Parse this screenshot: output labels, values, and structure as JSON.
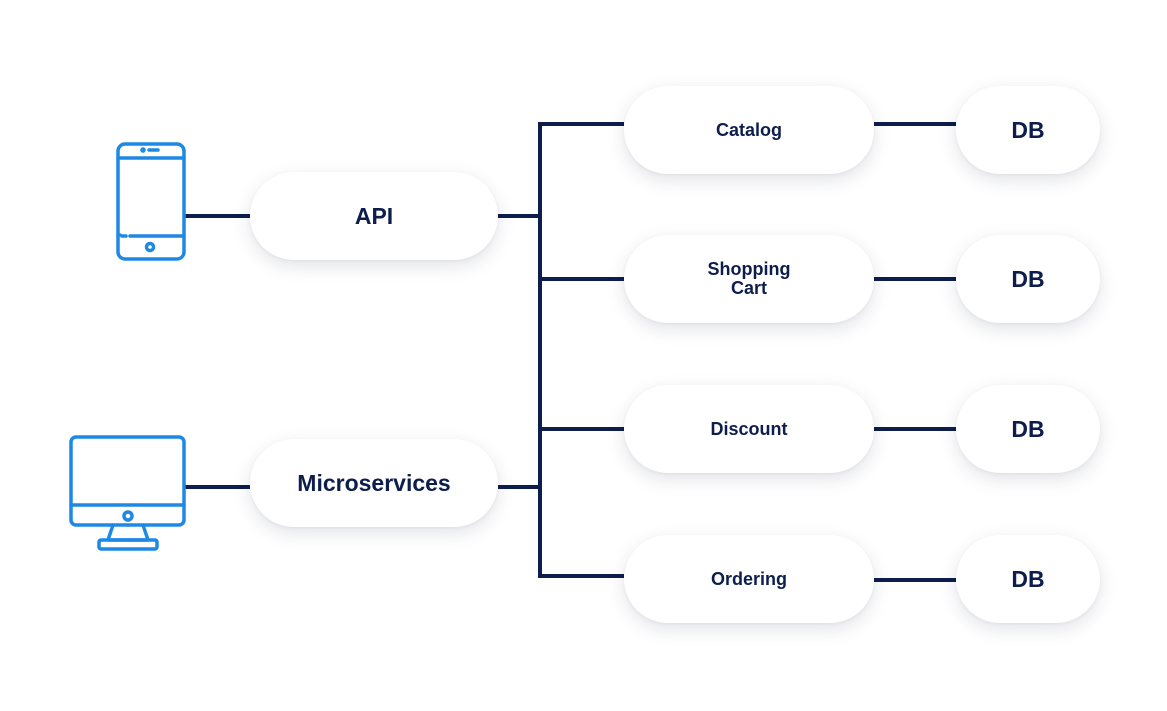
{
  "diagram": {
    "clients": [
      {
        "icon": "smartphone-icon"
      },
      {
        "icon": "desktop-monitor-icon"
      }
    ],
    "gateways": {
      "api": "API",
      "microservices": "Microservices"
    },
    "services": [
      {
        "label": "Catalog"
      },
      {
        "label": "Shopping Cart"
      },
      {
        "label": "Discount"
      },
      {
        "label": "Ordering"
      }
    ],
    "databases": [
      {
        "label": "DB"
      },
      {
        "label": "DB"
      },
      {
        "label": "DB"
      },
      {
        "label": "DB"
      }
    ],
    "colors": {
      "connector": "#0d1d4c",
      "icon": "#1e88e5",
      "text": "#0d1d4c"
    }
  }
}
